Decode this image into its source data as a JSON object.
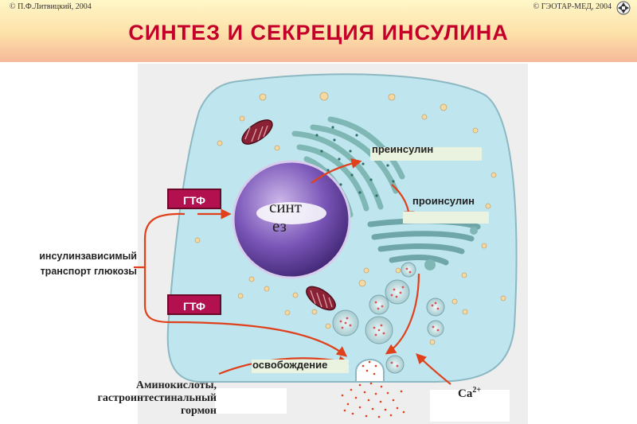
{
  "header": {
    "copyright_left": "© П.Ф.Литвицкий, 2004",
    "copyright_right": "© ГЭОТАР-МЕД, 2004",
    "title": "СИНТЕЗ  И  СЕКРЕЦИЯ  ИНСУЛИНА"
  },
  "labels": {
    "gtf_top": "ГТФ",
    "gtf_bottom": "ГТФ",
    "insulin_transport_line1": "инсулинзависимый",
    "insulin_transport_line2": "транспорт глюкозы",
    "synthesis_line1": "синт",
    "synthesis_line2": "ез",
    "preinsulin": "преинсулин",
    "proinsulin": "проинсулин",
    "release": "освобождение",
    "amino_line1": "Аминокислоты,",
    "amino_line2": "гастроинтестинальный",
    "amino_line3": "гормон",
    "calcium": "Ca",
    "calcium_sup": "2+"
  },
  "colors": {
    "title": "#c4002a",
    "arrow": "#e0401c",
    "cell": "#bfe6ee",
    "nucleus": "#6a4aa8",
    "gtf_box": "#b3104f"
  }
}
